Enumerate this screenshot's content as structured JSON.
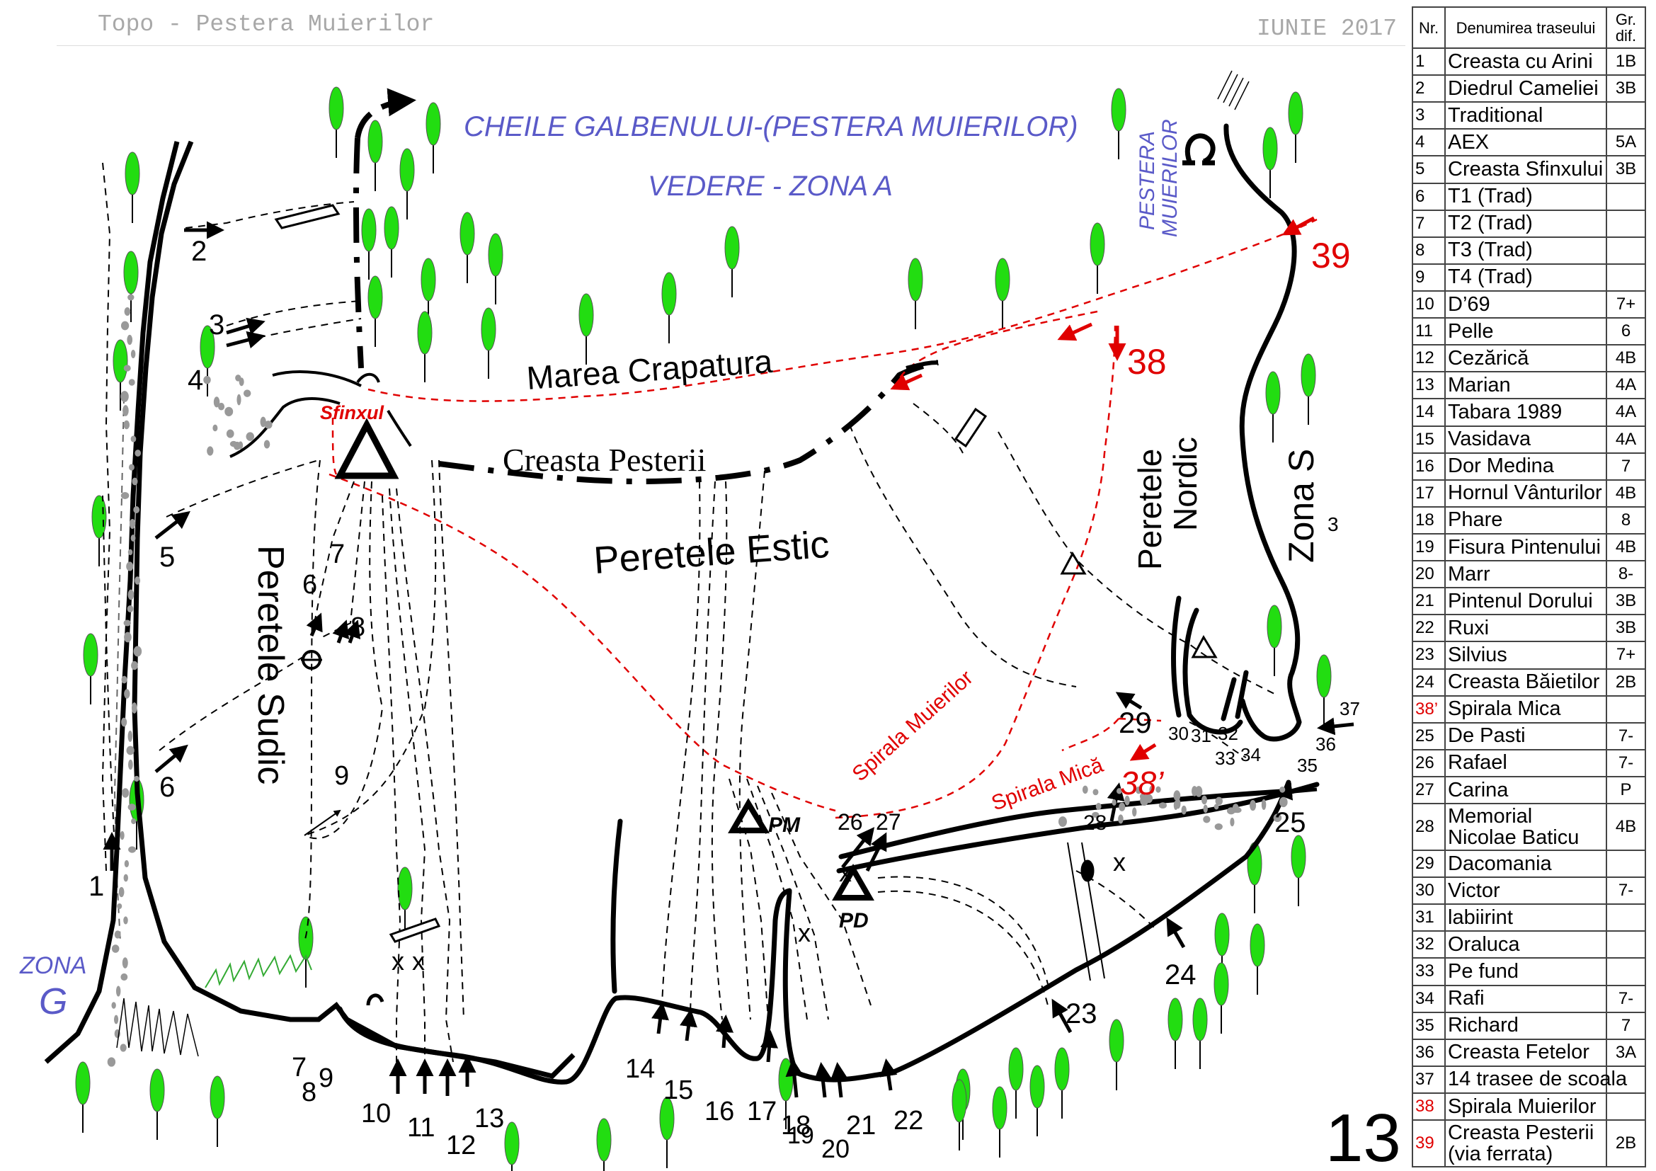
{
  "header": {
    "left_title": "Topo - Pestera Muierilor",
    "right_date": "IUNIE 2017"
  },
  "map": {
    "title": "CHEILE GALBENULUI-(PESTERA MUIERILOR)",
    "subtitle": "VEDERE - ZONA  A",
    "cave_label_line1": "PESTERA",
    "cave_label_line2": "MUIERILOR",
    "features": {
      "marea_crapatura": "Marea Crapatura",
      "creasta_pesterii": "Creasta Pesterii",
      "peretele_estic": "Peretele Estic",
      "peretele_sudic": "Peretele Sudic",
      "peretele_nordic_line1": "Peretele",
      "peretele_nordic_line2": "Nordic",
      "zona_s": "Zona S",
      "zona_g_line1": "ZONA",
      "zona_g_line2": "G",
      "sfinxul": "Sfinxul",
      "spirala_muierilor": "Spirala Muierilor",
      "spirala_mica": "Spirala Mică",
      "pm": "PM",
      "pd": "PD"
    },
    "route_numbers": [
      "1",
      "2",
      "3",
      "4",
      "5",
      "6",
      "6",
      "7",
      "8",
      "9",
      "7",
      "8",
      "9",
      "10",
      "11",
      "12",
      "13",
      "14",
      "15",
      "16",
      "17",
      "18",
      "19",
      "20",
      "21",
      "22",
      "23",
      "24",
      "25",
      "26",
      "27",
      "28",
      "29",
      "30",
      "31",
      "32",
      "33",
      "34",
      "35",
      "36",
      "37",
      "3"
    ],
    "red_route_numbers": [
      "39",
      "38",
      "38’"
    ],
    "markers": [
      "x",
      "x",
      "x",
      "x",
      "x"
    ],
    "page_number": "13",
    "colors": {
      "red_route": "#e00000",
      "label_blue": "#5a5ac8",
      "tree_green": "#22dd11",
      "wall": "#000000"
    }
  },
  "table": {
    "headers": {
      "nr": "Nr.",
      "name": "Denumirea traseului",
      "grade": "Gr. dif."
    },
    "rows": [
      {
        "nr": "1",
        "name": "Creasta cu Arini",
        "grade": "1B"
      },
      {
        "nr": "2",
        "name": "Diedrul Cameliei",
        "grade": "3B"
      },
      {
        "nr": "3",
        "name": "Traditional",
        "grade": ""
      },
      {
        "nr": "4",
        "name": "AEX",
        "grade": "5A"
      },
      {
        "nr": "5",
        "name": "Creasta Sfinxului",
        "grade": "3B"
      },
      {
        "nr": "6",
        "name": "T1 (Trad)",
        "grade": ""
      },
      {
        "nr": "7",
        "name": "T2 (Trad)",
        "grade": ""
      },
      {
        "nr": "8",
        "name": "T3 (Trad)",
        "grade": ""
      },
      {
        "nr": "9",
        "name": "T4 (Trad)",
        "grade": ""
      },
      {
        "nr": "10",
        "name": "D’69",
        "grade": "7+"
      },
      {
        "nr": "11",
        "name": "Pelle",
        "grade": "6"
      },
      {
        "nr": "12",
        "name": "Cezărică",
        "grade": "4B"
      },
      {
        "nr": "13",
        "name": "Marian",
        "grade": "4A"
      },
      {
        "nr": "14",
        "name": "Tabara 1989",
        "grade": "4A"
      },
      {
        "nr": "15",
        "name": "Vasidava",
        "grade": "4A"
      },
      {
        "nr": "16",
        "name": "Dor Medina",
        "grade": "7"
      },
      {
        "nr": "17",
        "name": "Hornul Vânturilor",
        "grade": "4B"
      },
      {
        "nr": "18",
        "name": "Phare",
        "grade": "8"
      },
      {
        "nr": "19",
        "name": "Fisura Pintenului",
        "grade": "4B"
      },
      {
        "nr": "20",
        "name": "Marr",
        "grade": "8-"
      },
      {
        "nr": "21",
        "name": "Pintenul Dorului",
        "grade": "3B"
      },
      {
        "nr": "22",
        "name": "Ruxi",
        "grade": "3B"
      },
      {
        "nr": "23",
        "name": "Silvius",
        "grade": "7+"
      },
      {
        "nr": "24",
        "name": "Creasta Băietilor",
        "grade": "2B"
      },
      {
        "nr": "38’",
        "name": "Spirala Mica",
        "grade": "",
        "red": true
      },
      {
        "nr": "25",
        "name": "De Pasti",
        "grade": "7-"
      },
      {
        "nr": "26",
        "name": "Rafael",
        "grade": "7-"
      },
      {
        "nr": "27",
        "name": "Carina",
        "grade": "P"
      },
      {
        "nr": "28",
        "name": "Memorial Nicolae Baticu",
        "grade": "4B",
        "tall": true
      },
      {
        "nr": "29",
        "name": "Dacomania",
        "grade": ""
      },
      {
        "nr": "30",
        "name": "Victor",
        "grade": "7-"
      },
      {
        "nr": "31",
        "name": "labiirint",
        "grade": ""
      },
      {
        "nr": "32",
        "name": "Oraluca",
        "grade": ""
      },
      {
        "nr": "33",
        "name": "Pe fund",
        "grade": ""
      },
      {
        "nr": "34",
        "name": "Rafi",
        "grade": "7-"
      },
      {
        "nr": "35",
        "name": "Richard",
        "grade": "7"
      },
      {
        "nr": "36",
        "name": "Creasta Fetelor",
        "grade": "3A"
      },
      {
        "nr": "37",
        "name": "14 trasee de scoala",
        "grade": ""
      },
      {
        "nr": "38",
        "name": "Spirala Muierilor",
        "grade": "",
        "red": true
      },
      {
        "nr": "39",
        "name": "Creasta Pesterii (via ferrata)",
        "grade": "2B",
        "red": true,
        "tall": true
      }
    ]
  }
}
